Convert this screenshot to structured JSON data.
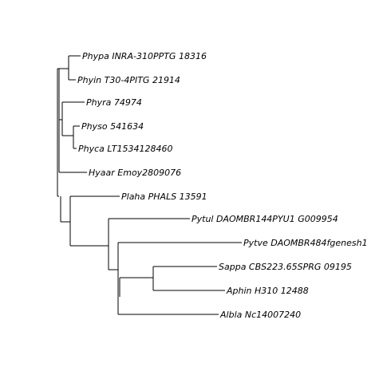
{
  "tree": {
    "type": "phylogram",
    "tips": [
      "Phypa INRA-310PPTG 18316",
      "Phyin T30-4PITG 21914",
      "Phyra 74974",
      "Physo 541634",
      "Phyca LT1534128460",
      "Hyaar Emoy2809076",
      "Plaha PHALS 13591",
      "Pytul DAOMBR144PYU1 G009954",
      "Pytve DAOMBR484fgenesh1",
      "Sappa CBS223.65SPRG 09195",
      "Aphin H310 12488",
      "Albla Nc14007240"
    ],
    "label_color": "#000000",
    "branch_color": "#000000"
  }
}
